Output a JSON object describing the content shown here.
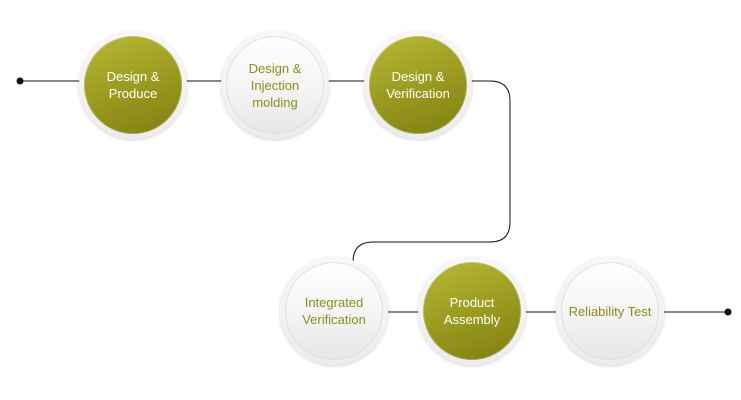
{
  "colors": {
    "accent_olive": "#9e9e22",
    "connector": "#111111",
    "white_label": "#8d8d1a"
  },
  "process": {
    "steps": [
      {
        "label": "Design &\nProduce",
        "style": "green"
      },
      {
        "label": "Design &\nInjection\nmolding",
        "style": "white"
      },
      {
        "label": "Design &\nVerification",
        "style": "green"
      },
      {
        "label": "Integrated\nVerification",
        "style": "white"
      },
      {
        "label": "Product\nAssembly",
        "style": "green"
      },
      {
        "label": "Reliability Test",
        "style": "white"
      }
    ]
  }
}
